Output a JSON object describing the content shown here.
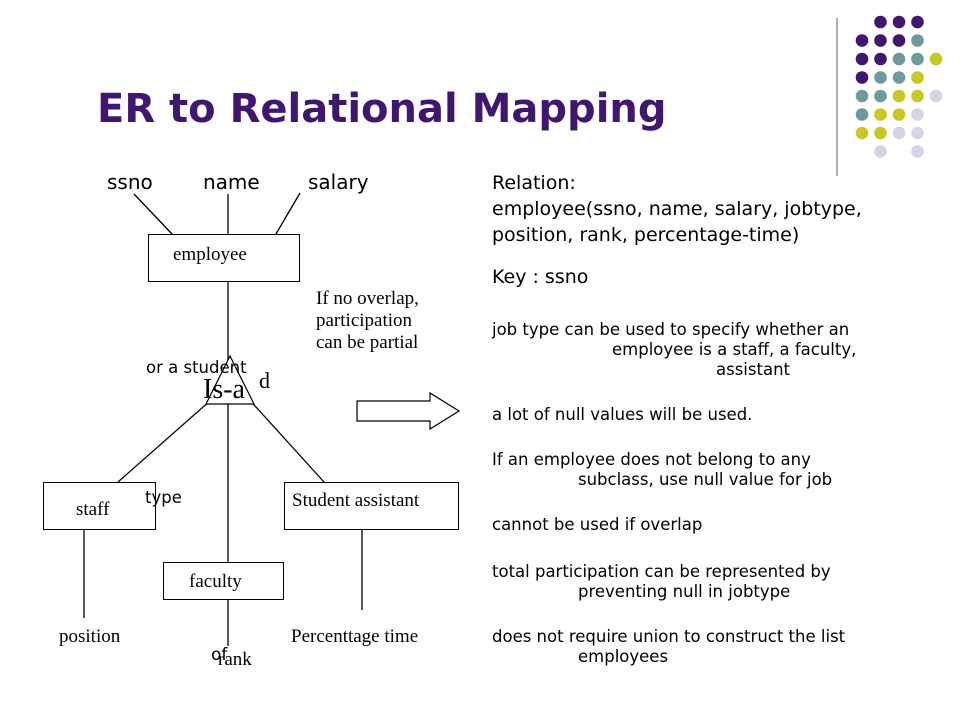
{
  "title": "ER to Relational Mapping",
  "attributes": {
    "ssno": "ssno",
    "name": "name",
    "salary": "salary"
  },
  "entities": {
    "employee": "employee",
    "staff": "staff",
    "faculty": "faculty",
    "student_assistant": "Student assistant"
  },
  "isa": {
    "label": "Is-a",
    "constraint": "d"
  },
  "subclass_attributes": {
    "position": "position",
    "rank": "rank",
    "percentage_time": "Percenttage time"
  },
  "overlap_note": {
    "line1": "If no overlap,",
    "line2": "participation",
    "line3": "can be partial"
  },
  "stray_text": {
    "or_a_student": "or a student",
    "type": "type",
    "of": "of"
  },
  "relation": {
    "label": "Relation:",
    "line1": "employee(ssno, name, salary, jobtype,",
    "line2": "position, rank, percentage-time)",
    "key": "Key  :  ssno"
  },
  "notes": {
    "jobtype_1": "job type can be used to specify whether an",
    "jobtype_2": "employee is a staff, a faculty,",
    "jobtype_3": "assistant",
    "nulls": "a lot of null values will be used.",
    "subclass_1": "If an employee does not belong to any",
    "subclass_2": "subclass, use null value for job",
    "overlap": "cannot be used if overlap",
    "total_1": "total participation can be represented by",
    "total_2": "preventing null in jobtype",
    "union_1": "does not require union to construct the list",
    "union_2": "employees"
  },
  "colors": {
    "title": "#3f1670",
    "dot_purple": "#3f1670",
    "dot_teal": "#6f9a9c",
    "dot_yellow": "#c8c825",
    "dot_lavender": "#d4d4e6",
    "divider": "#999999"
  }
}
